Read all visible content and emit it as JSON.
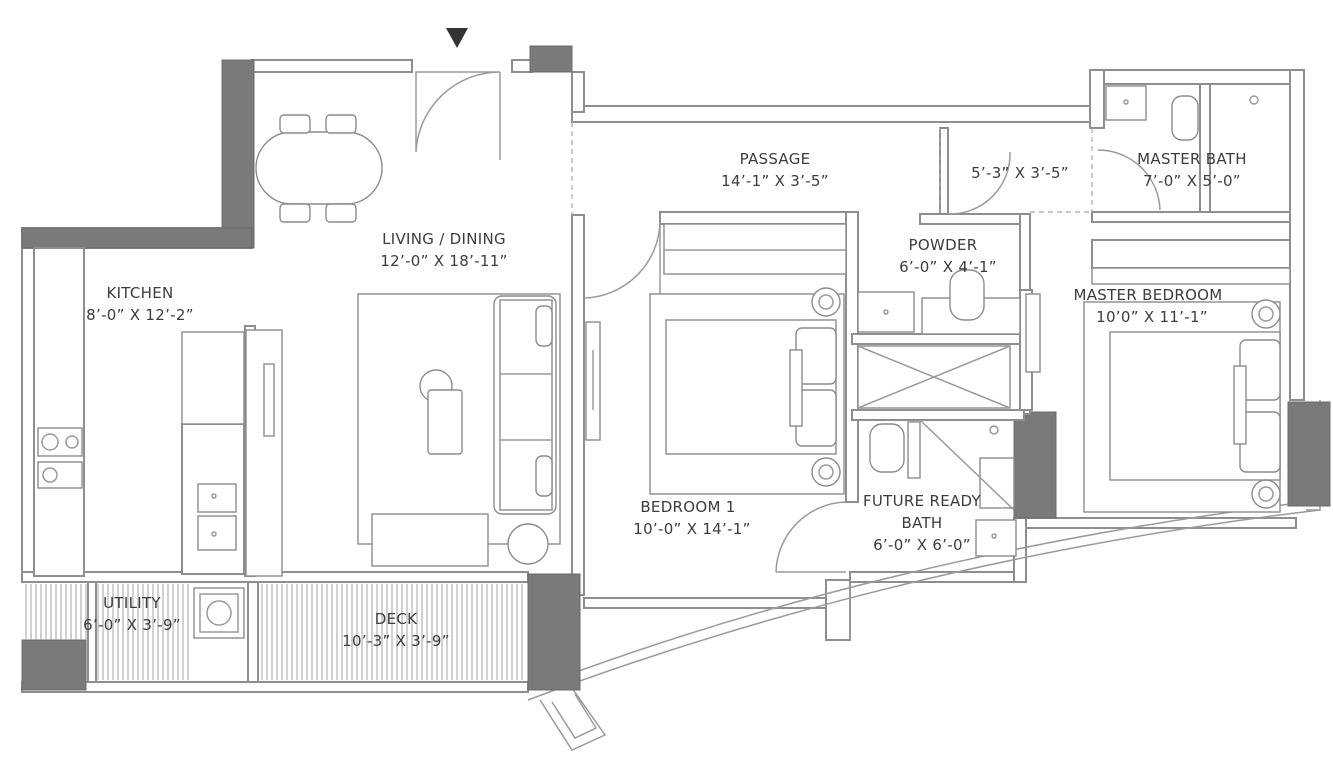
{
  "rooms": {
    "passage": {
      "name": "PASSAGE",
      "size": "14’-1” X 3’-5”"
    },
    "passage_branch": {
      "size": "5’-3” X 3’-5”"
    },
    "master_bath": {
      "name": "MASTER BATH",
      "size": "7’-0” X 5’-0”"
    },
    "living_dining": {
      "name": "LIVING / DINING",
      "size": "12’-0” X 18’-11”"
    },
    "powder": {
      "name": "POWDER",
      "size": "6’-0” X 4’-1”"
    },
    "kitchen": {
      "name": "KITCHEN",
      "size": "8’-0” X 12’-2”"
    },
    "master_bedroom": {
      "name": "MASTER BEDROOM",
      "size": "10’0” X 11’-1”"
    },
    "bedroom_1": {
      "name": "BEDROOM 1",
      "size": "10’-0” X 14’-1”"
    },
    "future_ready_bath": {
      "name_line1": "FUTURE READY",
      "name_line2": "BATH",
      "size": "6’-0” X 6’-0”"
    },
    "utility": {
      "name": "UTILITY",
      "size": "6’-0” X 3’-9”"
    },
    "deck": {
      "name": "DECK",
      "size": "10’-3” X 3’-9”"
    }
  },
  "icons": {
    "entry": "entry-arrow-icon",
    "door": "door-swing-icon",
    "bed": "bed-icon",
    "sofa": "sofa-icon",
    "toilet": "toilet-icon",
    "sink": "sink-icon",
    "stove": "stove-icon",
    "washer": "washing-machine-icon",
    "lamp": "lamp-icon",
    "wardrobe": "wardrobe-icon",
    "shower": "shower-icon"
  },
  "colors": {
    "wall": "#8e8e8e",
    "column": "#7a7a7a",
    "text": "#3c3c3c",
    "background": "#ffffff"
  }
}
